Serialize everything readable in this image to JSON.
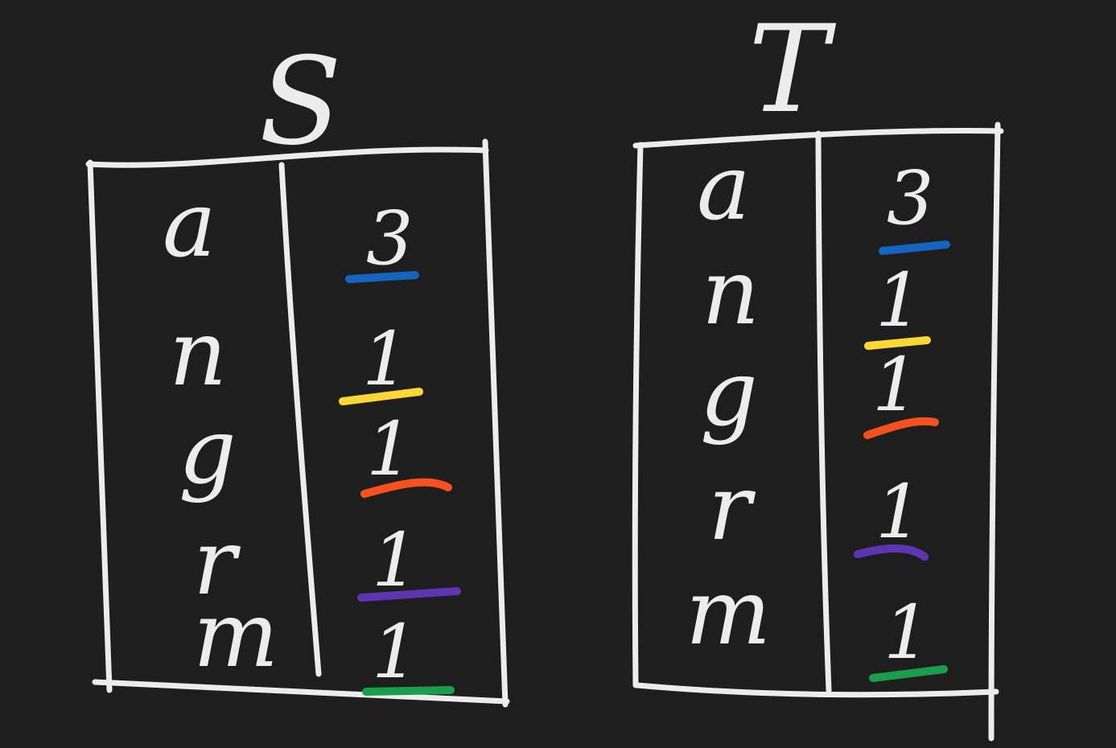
{
  "tables": [
    {
      "name": "S",
      "rows": [
        {
          "char": "a",
          "count": "3",
          "color": "#1565c0"
        },
        {
          "char": "n",
          "count": "1",
          "color": "#fdd835"
        },
        {
          "char": "g",
          "count": "1",
          "color": "#f4511e"
        },
        {
          "char": "r",
          "count": "1",
          "color": "#5e35b1"
        },
        {
          "char": "m",
          "count": "1",
          "color": "#1b9e4b"
        }
      ]
    },
    {
      "name": "T",
      "rows": [
        {
          "char": "a",
          "count": "3",
          "color": "#1565c0"
        },
        {
          "char": "n",
          "count": "1",
          "color": "#fdd835"
        },
        {
          "char": "g",
          "count": "1",
          "color": "#f4511e"
        },
        {
          "char": "r",
          "count": "1",
          "color": "#5e35b1"
        },
        {
          "char": "m",
          "count": "1",
          "color": "#1b9e4b"
        }
      ]
    }
  ]
}
